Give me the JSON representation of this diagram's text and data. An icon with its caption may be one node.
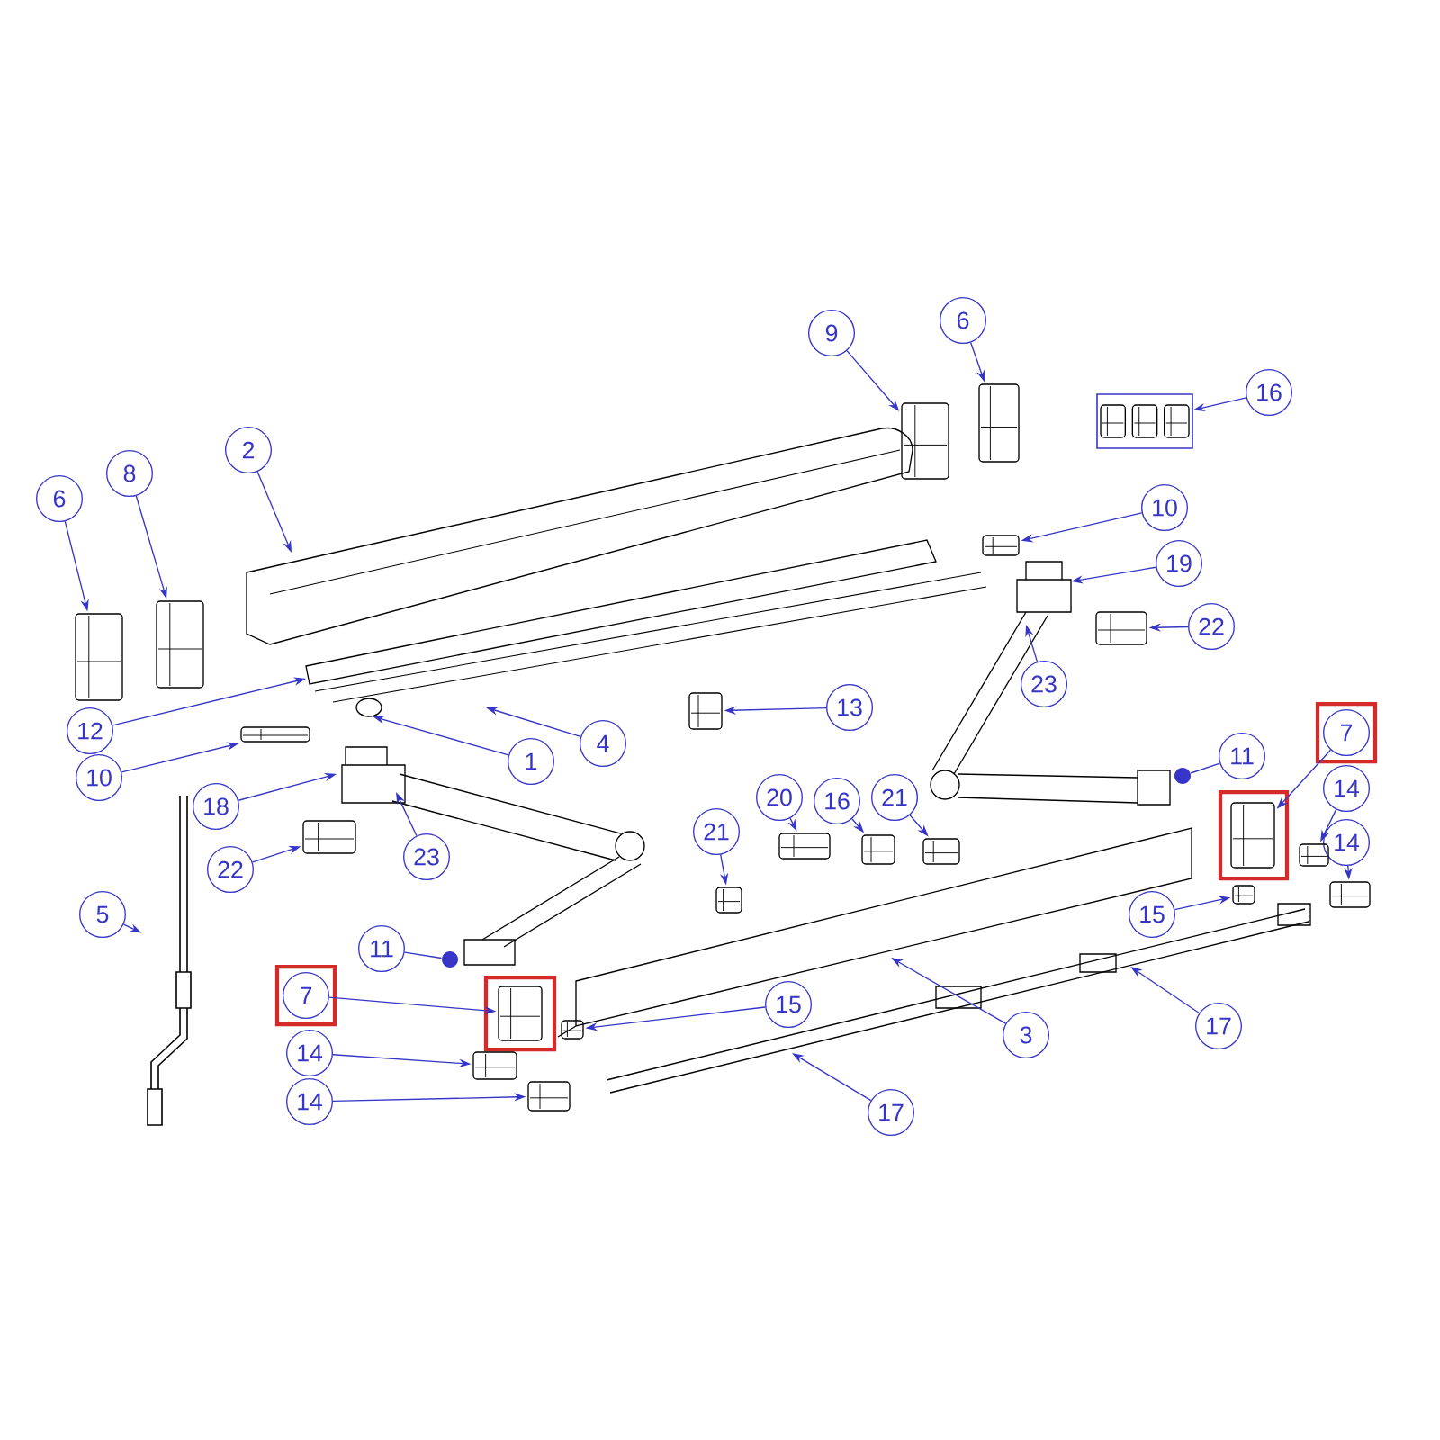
{
  "diagram": {
    "nodes": [
      {
        "text": [
          "9"
        ]
      },
      {
        "text": [
          "6"
        ]
      },
      {
        "text": [
          "16"
        ]
      },
      {
        "text": [
          "2"
        ]
      },
      {
        "text": [
          "6"
        ]
      },
      {
        "text": [
          "8"
        ]
      },
      {
        "text": [
          "10"
        ]
      },
      {
        "text": [
          "19"
        ]
      },
      {
        "text": [
          "22"
        ]
      },
      {
        "text": [
          "23"
        ]
      },
      {
        "text": [
          "12"
        ]
      },
      {
        "text": [
          "10"
        ]
      },
      {
        "text": [
          "1"
        ]
      },
      {
        "text": [
          "4"
        ]
      },
      {
        "text": [
          "13"
        ]
      },
      {
        "text": [
          "18"
        ]
      },
      {
        "text": [
          "23"
        ]
      },
      {
        "text": [
          "22"
        ]
      },
      {
        "text": [
          "5"
        ]
      },
      {
        "text": [
          "11"
        ]
      },
      {
        "text": [
          "7"
        ]
      },
      {
        "text": [
          "14"
        ]
      },
      {
        "text": [
          "14"
        ]
      },
      {
        "text": [
          "20"
        ]
      },
      {
        "text": [
          "16"
        ]
      },
      {
        "text": [
          "21"
        ]
      },
      {
        "text": [
          "21"
        ]
      },
      {
        "text": [
          "11"
        ]
      },
      {
        "text": [
          "7"
        ]
      },
      {
        "text": [
          "14"
        ]
      },
      {
        "text": [
          "14"
        ]
      },
      {
        "text": [
          "15"
        ]
      },
      {
        "text": [
          "3"
        ]
      },
      {
        "text": [
          "17"
        ]
      },
      {
        "text": [
          "15"
        ]
      },
      {
        "text": [
          "17"
        ]
      },
      {
        "text": [],
        "shape": "picture"
      },
      {
        "text": [],
        "shape": "picture"
      },
      {
        "text": [],
        "shape": "box"
      },
      {
        "text": [],
        "shape": "picture"
      },
      {
        "text": [],
        "shape": "picture"
      },
      {
        "text": [],
        "shape": "picture"
      },
      {
        "text": [],
        "shape": "picture"
      },
      {
        "text": [],
        "shape": "picture"
      },
      {
        "text": [],
        "shape": "picture"
      },
      {
        "text": [],
        "shape": "picture"
      },
      {
        "text": [],
        "shape": "picture"
      },
      {
        "text": [],
        "shape": "circle"
      },
      {
        "text": [],
        "shape": "picture"
      },
      {
        "text": [],
        "shape": "picture"
      },
      {
        "text": [],
        "shape": "picture"
      },
      {
        "text": [],
        "shape": "picture"
      },
      {
        "text": [],
        "shape": "picture"
      },
      {
        "text": [],
        "shape": "picture"
      },
      {
        "text": [],
        "shape": "picture"
      },
      {
        "text": [],
        "shape": "circle"
      },
      {
        "text": [],
        "shape": "picture"
      },
      {
        "text": [],
        "shape": "picture"
      },
      {
        "text": [],
        "shape": "picture"
      },
      {
        "text": [],
        "shape": "picture"
      },
      {
        "text": [],
        "shape": "picture"
      }
    ],
    "edges": [
      {
        "from": 0,
        "to": 36,
        "arrow": "to"
      },
      {
        "from": 1,
        "to": 37,
        "arrow": "to"
      },
      {
        "from": 2,
        "to": 38,
        "arrow": "to"
      },
      {
        "from": 3,
        "to": null,
        "arrow": "to"
      },
      {
        "from": 4,
        "to": 39,
        "arrow": "to"
      },
      {
        "from": 5,
        "to": 40,
        "arrow": "to"
      },
      {
        "from": 6,
        "to": 41,
        "arrow": "to"
      },
      {
        "from": 7,
        "to": null,
        "arrow": "to"
      },
      {
        "from": 8,
        "to": 42,
        "arrow": "to"
      },
      {
        "from": 9,
        "to": null,
        "arrow": "to"
      },
      {
        "from": 10,
        "to": null,
        "arrow": "to"
      },
      {
        "from": 11,
        "to": 43,
        "arrow": "to"
      },
      {
        "from": 12,
        "to": null,
        "arrow": "to"
      },
      {
        "from": 13,
        "to": null,
        "arrow": "to"
      },
      {
        "from": 14,
        "to": 44,
        "arrow": "to"
      },
      {
        "from": 15,
        "to": null,
        "arrow": "to"
      },
      {
        "from": 16,
        "to": null,
        "arrow": "to"
      },
      {
        "from": 17,
        "to": 45,
        "arrow": "to"
      },
      {
        "from": 18,
        "to": 46,
        "arrow": "to"
      },
      {
        "from": 19,
        "to": 47,
        "arrow": "none"
      },
      {
        "from": 20,
        "to": 48,
        "arrow": "to"
      },
      {
        "from": 21,
        "to": 49,
        "arrow": "to"
      },
      {
        "from": 22,
        "to": 50,
        "arrow": "to"
      },
      {
        "from": 23,
        "to": 51,
        "arrow": "to"
      },
      {
        "from": 24,
        "to": 52,
        "arrow": "to"
      },
      {
        "from": 25,
        "to": 53,
        "arrow": "to"
      },
      {
        "from": 26,
        "to": 54,
        "arrow": "to"
      },
      {
        "from": 27,
        "to": 55,
        "arrow": "none"
      },
      {
        "from": 28,
        "to": 56,
        "arrow": "to"
      },
      {
        "from": 29,
        "to": 57,
        "arrow": "to"
      },
      {
        "from": 30,
        "to": 58,
        "arrow": "to"
      },
      {
        "from": 31,
        "to": 59,
        "arrow": "to"
      },
      {
        "from": 32,
        "to": null,
        "arrow": "to"
      },
      {
        "from": 33,
        "to": null,
        "arrow": "to"
      },
      {
        "from": 34,
        "to": 60,
        "arrow": "to"
      },
      {
        "from": 35,
        "to": null,
        "arrow": "to"
      }
    ]
  }
}
